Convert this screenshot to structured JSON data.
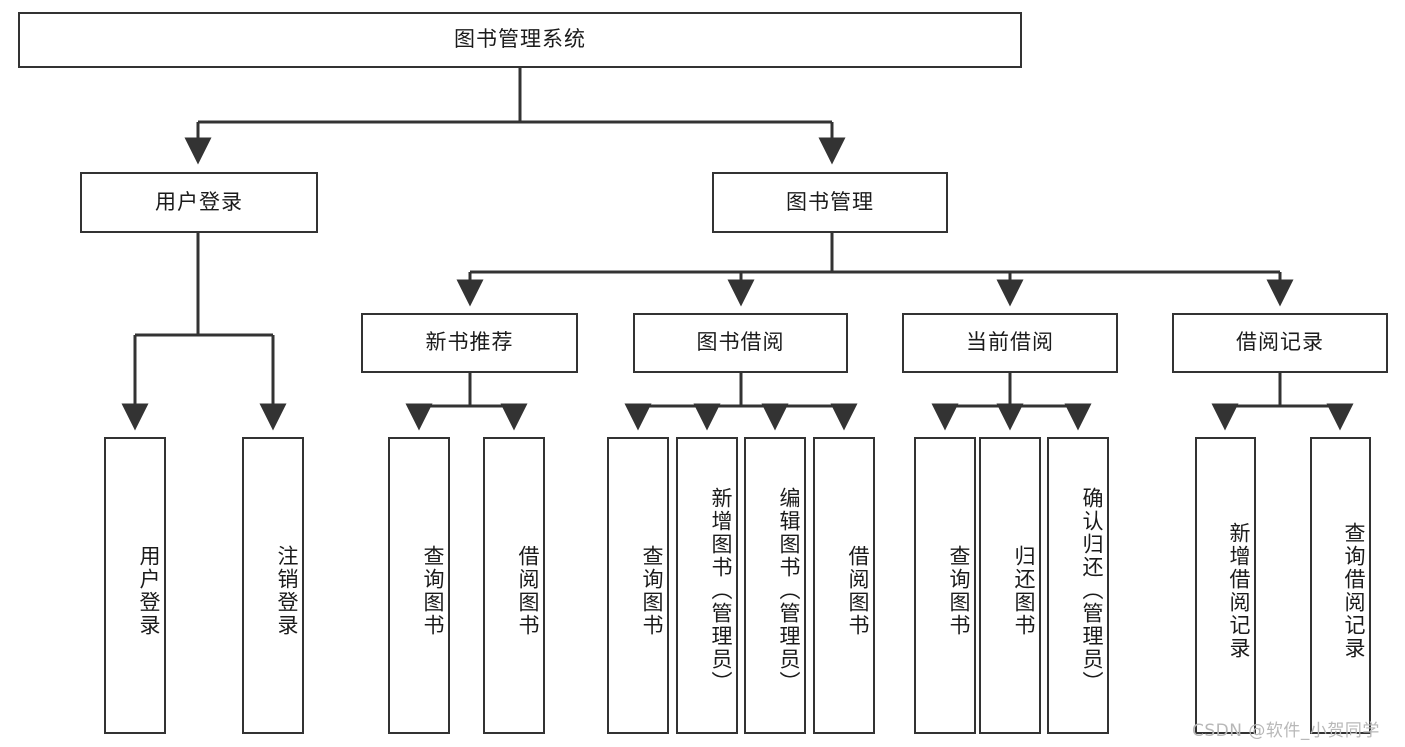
{
  "diagram": {
    "title_node": {
      "label": "图书管理系统"
    },
    "level2": [
      {
        "id": "user-login",
        "label": "用户登录"
      },
      {
        "id": "book-manage",
        "label": "图书管理"
      }
    ],
    "level3": [
      {
        "id": "new-book-recommend",
        "label": "新书推荐"
      },
      {
        "id": "book-borrow",
        "label": "图书借阅"
      },
      {
        "id": "current-borrow",
        "label": "当前借阅"
      },
      {
        "id": "borrow-record",
        "label": "借阅记录"
      }
    ],
    "leaves": {
      "user_login": [
        {
          "id": "leaf-user-login",
          "label": "用户登录"
        },
        {
          "id": "leaf-logout-login",
          "label": "注销登录"
        }
      ],
      "new_book_recommend": [
        {
          "id": "leaf-query-book-1",
          "label": "查询图书"
        },
        {
          "id": "leaf-borrow-book-1",
          "label": "借阅图书"
        }
      ],
      "book_borrow": [
        {
          "id": "leaf-query-book-2",
          "label": "查询图书"
        },
        {
          "id": "leaf-add-book",
          "label": "新增图书（管理员）"
        },
        {
          "id": "leaf-edit-book",
          "label": "编辑图书（管理员）"
        },
        {
          "id": "leaf-borrow-book-2",
          "label": "借阅图书"
        }
      ],
      "current_borrow": [
        {
          "id": "leaf-query-book-3",
          "label": "查询图书"
        },
        {
          "id": "leaf-return-book",
          "label": "归还图书"
        },
        {
          "id": "leaf-confirm-return",
          "label": "确认归还（管理员）"
        }
      ],
      "borrow_record": [
        {
          "id": "leaf-add-record",
          "label": "新增借阅记录"
        },
        {
          "id": "leaf-query-record",
          "label": "查询借阅记录"
        }
      ]
    },
    "watermark": "CSDN @软件_小贺同学",
    "colors": {
      "stroke": "#333333",
      "background": "#ffffff",
      "text": "#1b1b1b",
      "watermark": "#b8b8b8"
    }
  }
}
